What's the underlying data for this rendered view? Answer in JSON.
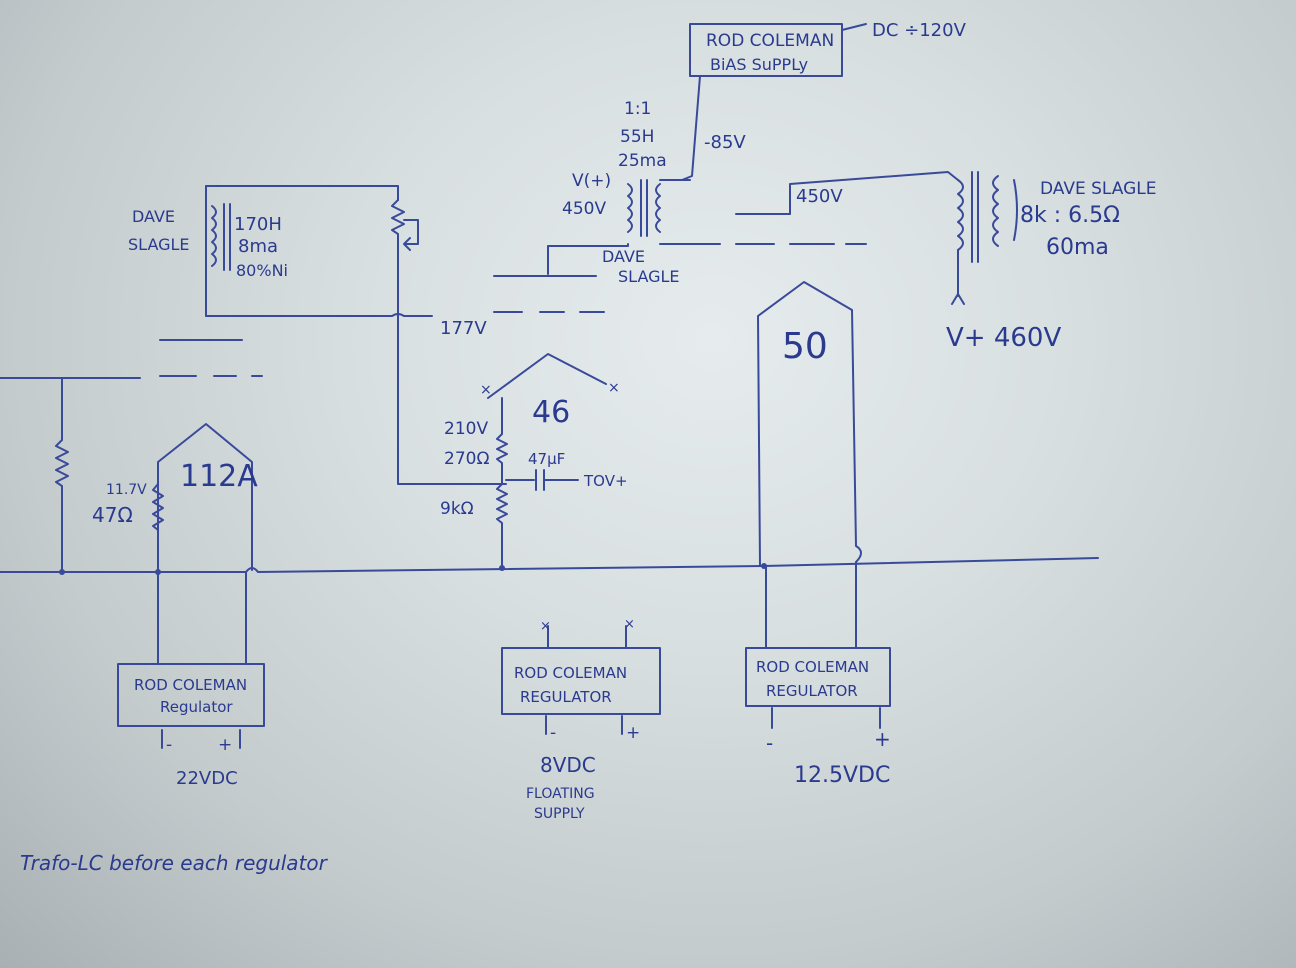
{
  "colors": {
    "ink": "#2a3a8e",
    "wire": "#3a4a9a",
    "paper": "#dfe5e7"
  },
  "bias_supply": {
    "line1": "ROD COLEMAN",
    "line2": "BiAS SuPPLy",
    "input": "DC ÷120V",
    "output": "-85V"
  },
  "interstage_transformer": {
    "ratio": "1:1",
    "inductance": "55H",
    "current": "25ma",
    "primary_label": "V(+)",
    "primary_voltage": "450V",
    "maker_line1": "DAVE",
    "maker_line2": "SLAGLE"
  },
  "output_transformer": {
    "maker": "DAVE SLAGLE",
    "impedance": "8k : 6.5Ω",
    "current": "60ma",
    "supply": "V+ 460V",
    "plate_voltage": "450V"
  },
  "choke": {
    "maker_line1": "DAVE",
    "maker_line2": "SLAGLE",
    "inductance": "170H",
    "current": "8ma",
    "core": "80%Ni"
  },
  "node_voltage": "177V",
  "tube_112a": {
    "label": "112A",
    "bias_voltage": "11.7V",
    "resistor": "47Ω"
  },
  "tube_46": {
    "label": "46",
    "voltage": "210V",
    "resistor_top": "270Ω",
    "resistor_bottom": "9kΩ",
    "capacitor": "47μF",
    "cap_to": "TOV+"
  },
  "tube_50": {
    "label": "50"
  },
  "regulators": [
    {
      "line1": "ROD COLEMAN",
      "line2": "Regulator",
      "minus": "-",
      "plus": "+",
      "supply": "22VDC",
      "note": ""
    },
    {
      "line1": "ROD COLEMAN",
      "line2": "REGULATOR",
      "minus": "-",
      "plus": "+",
      "supply": "8VDC",
      "note_line1": "FLOATING",
      "note_line2": "SUPPLY"
    },
    {
      "line1": "ROD COLEMAN",
      "line2": "REGULATOR",
      "minus": "-",
      "plus": "+",
      "supply": "12.5VDC",
      "note": ""
    }
  ],
  "footer_note": "Trafo-LC before each regulator"
}
